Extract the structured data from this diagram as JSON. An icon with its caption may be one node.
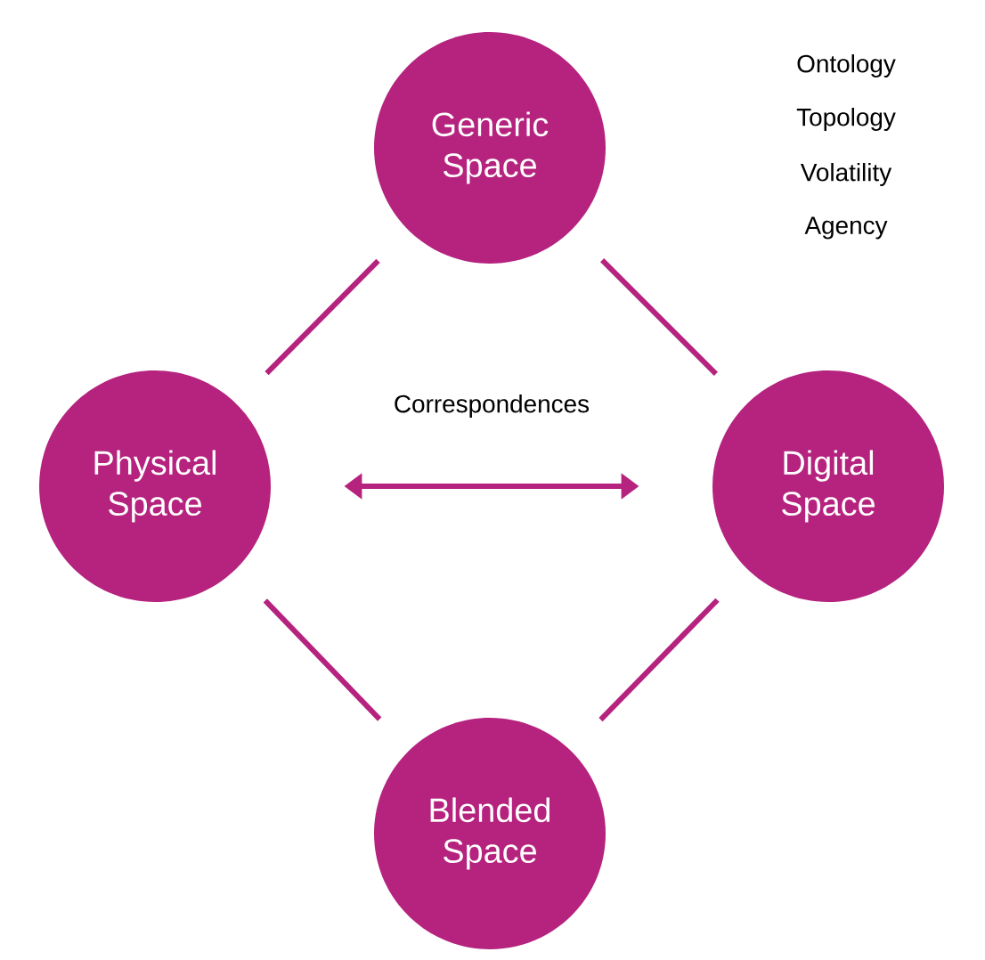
{
  "diagram": {
    "nodes": [
      {
        "text": [
          "Generic Space"
        ]
      },
      {
        "text": [
          "Physical Space"
        ]
      },
      {
        "text": [
          "Digital Space"
        ]
      },
      {
        "text": [
          "Blended Space"
        ]
      }
    ],
    "edges": [
      {
        "from": 0,
        "to": 1,
        "arrow": "none"
      },
      {
        "from": 0,
        "to": 2,
        "arrow": "none"
      },
      {
        "from": 1,
        "to": 3,
        "arrow": "none"
      },
      {
        "from": 2,
        "to": 3,
        "arrow": "none"
      },
      {
        "from": 1,
        "to": 2,
        "arrow": "both",
        "label": "Correspondences"
      }
    ],
    "labels": [
      "Ontology",
      "Topology",
      "Volatility",
      "Agency"
    ]
  }
}
